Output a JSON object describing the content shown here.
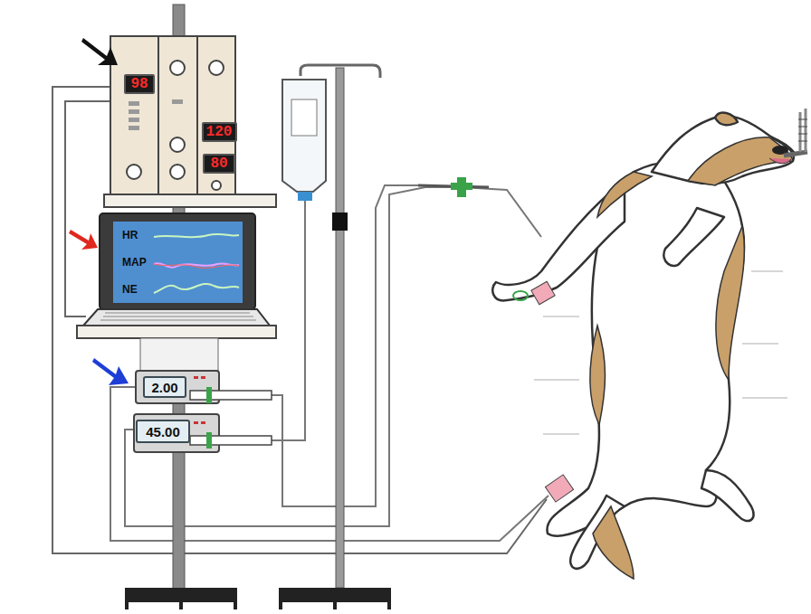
{
  "diagram": {
    "nodes": [
      {
        "text": [
          "98"
        ]
      },
      {
        "text": [
          "120"
        ]
      },
      {
        "text": [
          "80"
        ]
      },
      {
        "text": [
          "HR",
          "MAP",
          "NE"
        ]
      },
      {
        "text": [
          "2.00"
        ]
      },
      {
        "text": [
          "45.00"
        ]
      }
    ]
  }
}
